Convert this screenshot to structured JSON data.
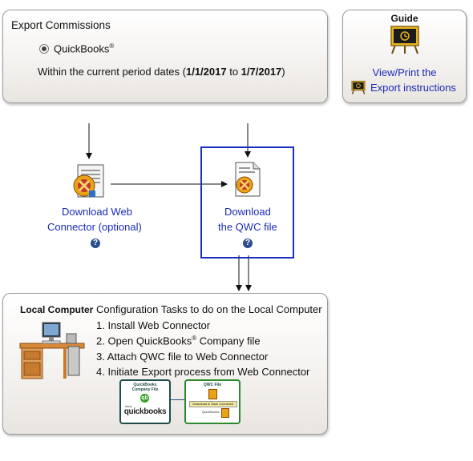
{
  "export": {
    "title": "Export Commissions",
    "option_label": "QuickBooks",
    "option_sup": "®",
    "period_prefix": "Within the current period dates (",
    "start_date": "1/1/2017",
    "to_word": " to ",
    "end_date": "1/7/2017",
    "period_suffix": ")"
  },
  "guide": {
    "title": "Guide",
    "link_line1": "View/Print the",
    "link_line2": "Export instructions"
  },
  "downloads": {
    "web_connector_line1": "Download Web",
    "web_connector_line2": "Connector (optional)",
    "qwc_line1": "Download",
    "qwc_line2": "the QWC file",
    "help_glyph": "?"
  },
  "local": {
    "title": "Local Computer",
    "tasks_heading": "Configuration Tasks to do on the Local Computer",
    "task1": "1. Install Web Connector",
    "task2_prefix": "2. Open QuickBooks",
    "task2_sup": "®",
    "task2_suffix": " Company file",
    "task3": "3. Attach QWC file to Web Connector",
    "task4": "4. Initiate Export process from Web Connector",
    "qb_card_title1": "QuickBooks",
    "qb_card_title2": "Company File",
    "qb_card_brand_small": "intuit",
    "qb_card_brand": "quickbooks",
    "qwc_card_title": "QWC File",
    "qwc_card_sub": "Download & Save Connector",
    "qwc_card_foot": "QuickBooks"
  },
  "colors": {
    "link": "#1b2bb8",
    "qwc_border": "#1a2fbd",
    "qb_green": "#2ca01c",
    "qb_card_border": "#1f4e4a",
    "qwc_card_border": "#2c8a2c"
  }
}
